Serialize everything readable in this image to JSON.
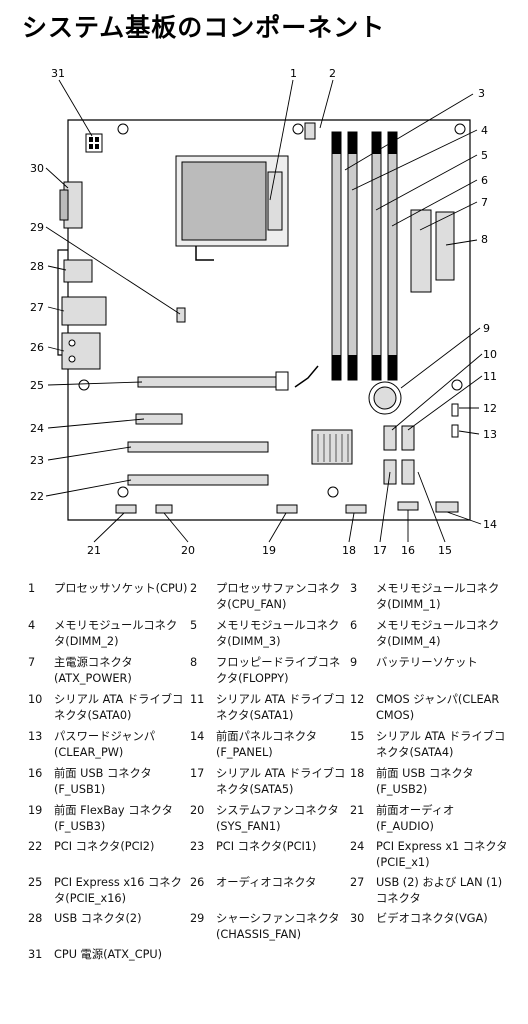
{
  "title": "システム基板のコンポーネント",
  "callouts": [
    "1",
    "2",
    "3",
    "4",
    "5",
    "6",
    "7",
    "8",
    "9",
    "10",
    "11",
    "12",
    "13",
    "14",
    "15",
    "16",
    "17",
    "18",
    "19",
    "20",
    "21",
    "22",
    "23",
    "24",
    "25",
    "26",
    "27",
    "28",
    "29",
    "30",
    "31"
  ],
  "legend": [
    {
      "num": "1",
      "text": "プロセッサソケット(CPU)"
    },
    {
      "num": "2",
      "text": "プロセッサファンコネクタ(CPU_FAN)"
    },
    {
      "num": "3",
      "text": "メモリモジュールコネクタ(DIMM_1)"
    },
    {
      "num": "4",
      "text": "メモリモジュールコネクタ(DIMM_2)"
    },
    {
      "num": "5",
      "text": "メモリモジュールコネクタ(DIMM_3)"
    },
    {
      "num": "6",
      "text": "メモリモジュールコネクタ(DIMM_4)"
    },
    {
      "num": "7",
      "text": "主電源コネクタ(ATX_POWER)"
    },
    {
      "num": "8",
      "text": "フロッピードライブコネクタ(FLOPPY)"
    },
    {
      "num": "9",
      "text": "バッテリーソケット"
    },
    {
      "num": "10",
      "text": "シリアル ATA ドライブコネクタ(SATA0)"
    },
    {
      "num": "11",
      "text": "シリアル ATA ドライブコネクタ(SATA1)"
    },
    {
      "num": "12",
      "text": "CMOS ジャンパ(CLEAR CMOS)"
    },
    {
      "num": "13",
      "text": "パスワードジャンパ(CLEAR_PW)"
    },
    {
      "num": "14",
      "text": "前面パネルコネクタ(F_PANEL)"
    },
    {
      "num": "15",
      "text": "シリアル ATA ドライブコネクタ(SATA4)"
    },
    {
      "num": "16",
      "text": "前面 USB コネクタ(F_USB1)"
    },
    {
      "num": "17",
      "text": "シリアル ATA ドライブコネクタ(SATA5)"
    },
    {
      "num": "18",
      "text": "前面 USB コネクタ(F_USB2)"
    },
    {
      "num": "19",
      "text": "前面 FlexBay コネクタ(F_USB3)"
    },
    {
      "num": "20",
      "text": "システムファンコネクタ(SYS_FAN1)"
    },
    {
      "num": "21",
      "text": "前面オーディオ(F_AUDIO)"
    },
    {
      "num": "22",
      "text": "PCI コネクタ(PCI2)"
    },
    {
      "num": "23",
      "text": "PCI コネクタ(PCI1)"
    },
    {
      "num": "24",
      "text": "PCI Express x1 コネクタ(PCIE_x1)"
    },
    {
      "num": "25",
      "text": "PCI Express x16 コネクタ(PCIE_x16)"
    },
    {
      "num": "26",
      "text": "オーディオコネクタ"
    },
    {
      "num": "27",
      "text": "USB (2) および LAN (1) コネクタ"
    },
    {
      "num": "28",
      "text": "USB コネクタ(2)"
    },
    {
      "num": "29",
      "text": "シャーシファンコネクタ(CHASSIS_FAN)"
    },
    {
      "num": "30",
      "text": "ビデオコネクタ(VGA)"
    },
    {
      "num": "31",
      "text": "CPU 電源(ATX_CPU)"
    }
  ]
}
